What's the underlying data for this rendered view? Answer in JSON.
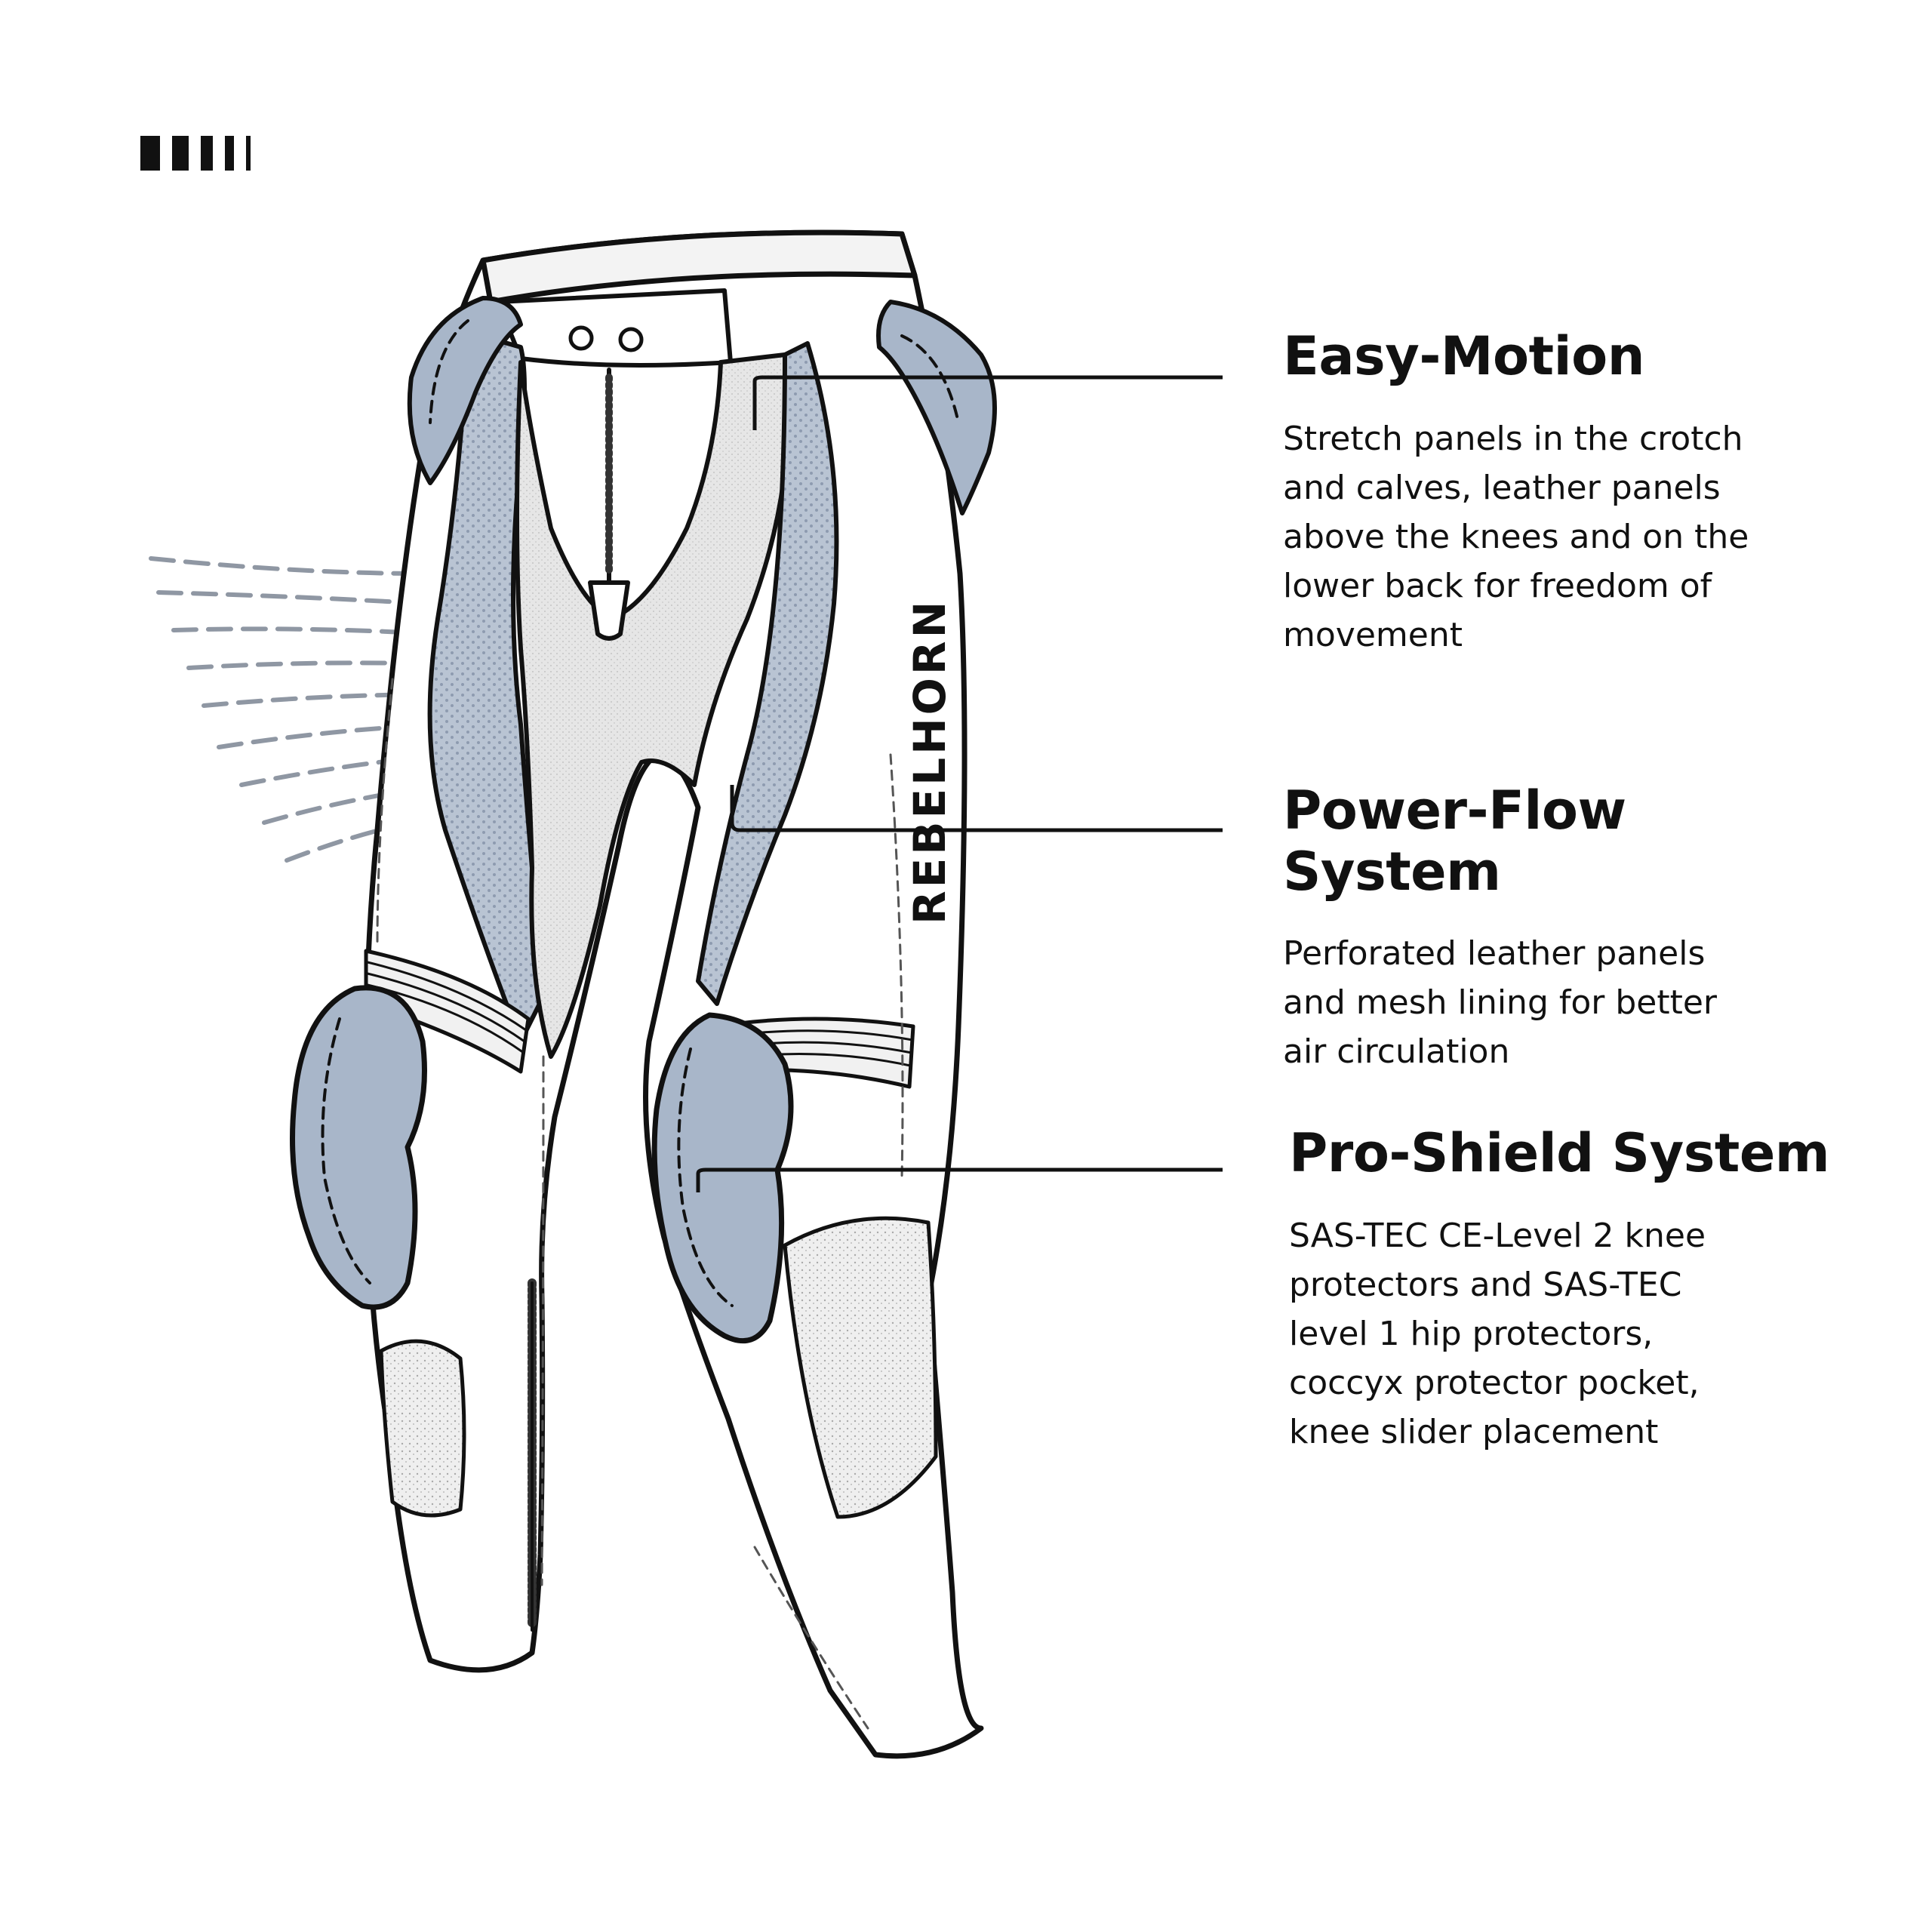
{
  "colors": {
    "outline": "#111111",
    "protector": "#a8b6c9",
    "perforated": "#b9c4d3",
    "mesh": "#e4e4e4",
    "background": "#ffffff"
  },
  "brand_logo_text": "REBELHORN",
  "callouts": [
    {
      "title": "Easy-Motion",
      "lines": [
        "Stretch panels in the crotch",
        "and calves, leather panels",
        "above the knees and on the",
        "lower back for freedom of",
        "movement"
      ]
    },
    {
      "title": "Power-Flow System",
      "lines": [
        "Perforated leather panels",
        "and mesh lining for better",
        "air circulation"
      ]
    },
    {
      "title": "Pro-Shield System",
      "lines": [
        "SAS-TEC CE-Level 2 knee",
        "protectors and SAS-TEC",
        "level 1 hip protectors,",
        "coccyx protector pocket,",
        "knee slider placement"
      ]
    }
  ]
}
